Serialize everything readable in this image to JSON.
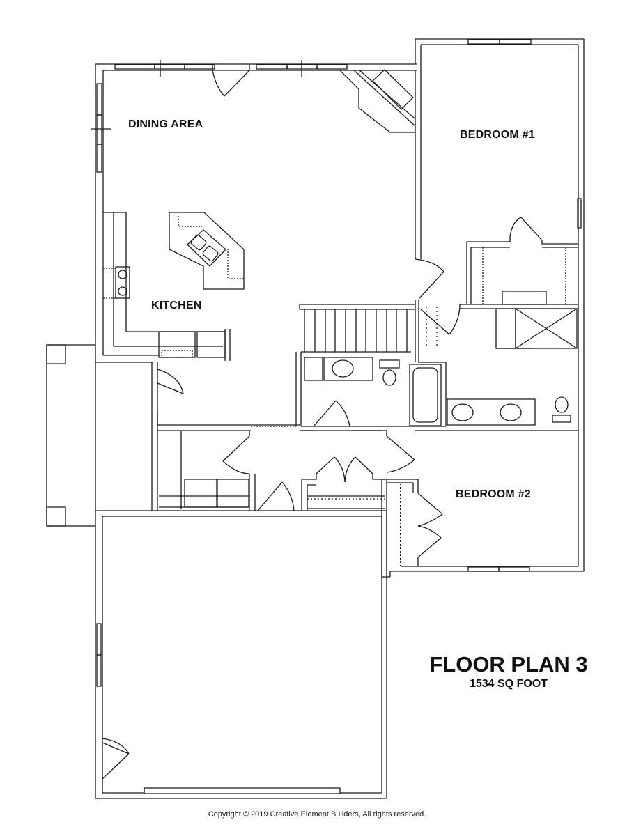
{
  "plan": {
    "title": "FLOOR PLAN 3",
    "area": "1534 SQ FOOT",
    "copyright": "Copyright © 2019 Creative Element Builders, All rights reserved."
  },
  "rooms": [
    {
      "id": "dining",
      "label": "DINING AREA"
    },
    {
      "id": "kitchen",
      "label": "KITCHEN"
    },
    {
      "id": "bedroom1",
      "label": "BEDROOM #1"
    },
    {
      "id": "bedroom2",
      "label": "BEDROOM #2"
    }
  ],
  "colors": {
    "line": "#1a1a1a",
    "background": "#ffffff"
  }
}
